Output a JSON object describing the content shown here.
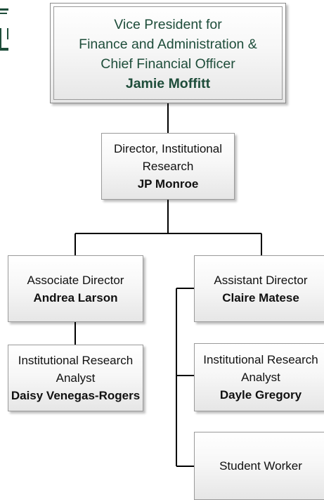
{
  "org_chart": {
    "vp": {
      "title_lines": [
        "Vice President for",
        "Finance and Administration &",
        "Chief Financial Officer"
      ],
      "name": "Jamie Moffitt"
    },
    "director": {
      "title_lines": [
        "Director, Institutional",
        "Research"
      ],
      "name": "JP Monroe"
    },
    "associate_director": {
      "title_lines": [
        "Associate Director"
      ],
      "name": "Andrea Larson"
    },
    "assistant_director": {
      "title_lines": [
        "Assistant Director"
      ],
      "name": "Claire Matese"
    },
    "analyst_left": {
      "title_lines": [
        "Institutional Research",
        "Analyst"
      ],
      "name": "Daisy Venegas-Rogers"
    },
    "analyst_right": {
      "title_lines": [
        "Institutional Research",
        "Analyst"
      ],
      "name": "Dayle Gregory"
    },
    "student_worker": {
      "title_lines": [
        "Student Worker"
      ]
    }
  },
  "colors": {
    "accent_green": "#1e4d3a",
    "connector": "#000000",
    "box_border": "#9a9a9a"
  }
}
